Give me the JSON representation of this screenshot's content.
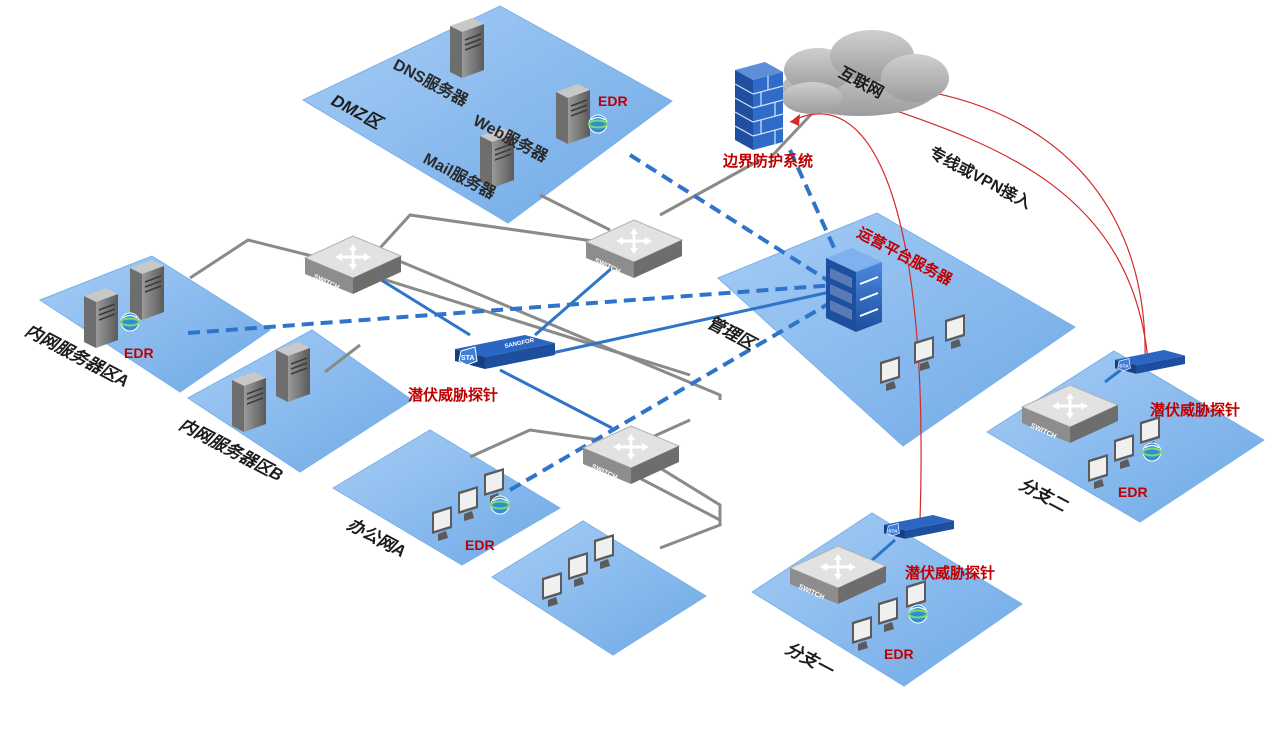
{
  "zones": {
    "dmz": "DMZ区",
    "internal_a": "内网服务器区A",
    "internal_b": "内网服务器区B",
    "office_a": "办公网A",
    "management": "管理区",
    "branch_one": "分支一",
    "branch_two": "分支二"
  },
  "servers": {
    "dns": "DNS服务器",
    "web": "Web服务器",
    "mail": "Mail服务器"
  },
  "labels": {
    "internet": "互联网",
    "border": "边界防护系统",
    "ops_platform": "运营平台服务器",
    "vpn": "专线或VPN接入",
    "probe_center": "潜伏威胁探针",
    "probe_branch_one": "潜伏威胁探针",
    "probe_branch_two": "潜伏威胁探针"
  },
  "edr": {
    "dmz": "EDR",
    "internal_a": "EDR",
    "office_a": "EDR",
    "branch_one": "EDR",
    "branch_two": "EDR"
  },
  "devices": {
    "switch_text": "SWITCH",
    "sta_text": "STA",
    "sta_brand": "SANGFOR"
  },
  "colors": {
    "zone_fill": "#8ec1f2",
    "zone_edge": "#6fa8e0",
    "dashed_link": "#2e74c8",
    "solid_link": "#2e74c8",
    "gray_link": "#8a8a8a",
    "red_line": "#d42a2a",
    "label_red": "#c00000"
  }
}
